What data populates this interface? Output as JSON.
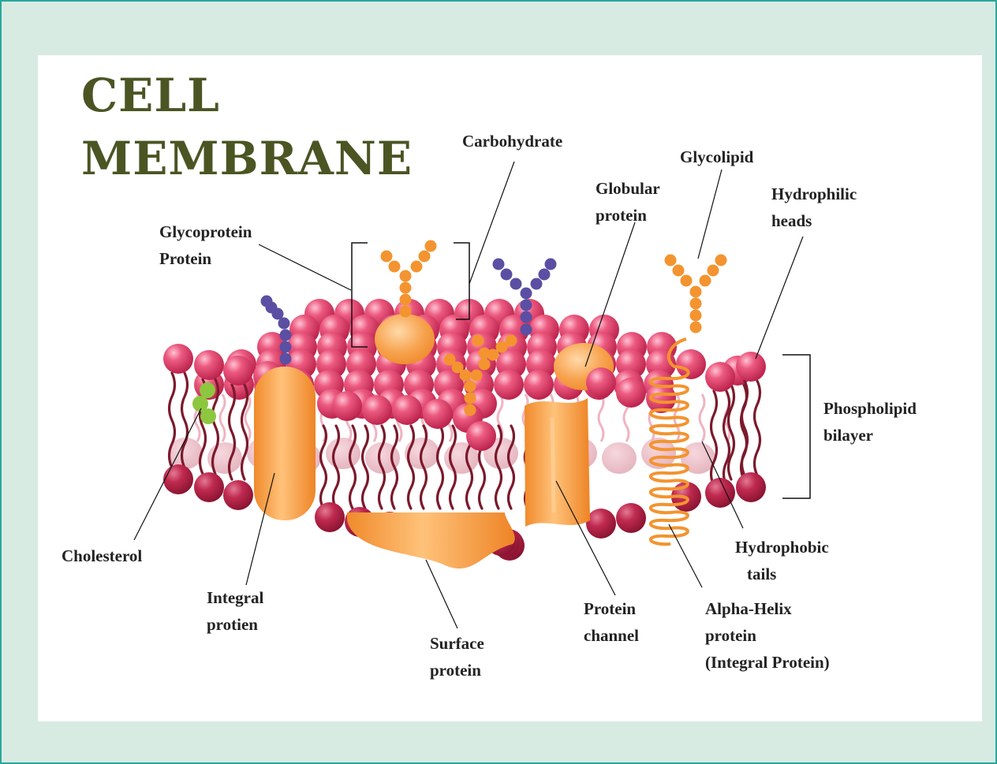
{
  "title": {
    "line1": "CELL",
    "line2": "MEMBRANE"
  },
  "labels": {
    "carbohydrate": "Carbohydrate",
    "glycolipid": "Glycolipid",
    "globular_1": "Globular",
    "globular_2": "protein",
    "hydrophilic_1": "Hydrophilic",
    "hydrophilic_2": "heads",
    "glycoprotein_1": "Glycoprotein",
    "glycoprotein_2": "Protein",
    "phospholipid_1": "Phospholipid",
    "phospholipid_2": "bilayer",
    "cholesterol": "Cholesterol",
    "hydrophobic_1": "Hydrophobic",
    "hydrophobic_2": "tails",
    "integral_1": "Integral",
    "integral_2": "protien",
    "channel_1": "Protein",
    "channel_2": "channel",
    "alpha_1": "Alpha-Helix",
    "alpha_2": "protein",
    "alpha_3": "(Integral Protein)",
    "surface_1": "Surface",
    "surface_2": "protein"
  },
  "colors": {
    "background": "#d7ebe3",
    "border": "#2aa79b",
    "title": "#4a5523",
    "head": "#e2426b",
    "head_dark": "#b91d45",
    "tail": "#7b1a2c",
    "protein": "#f49a3a",
    "carb_orange": "#f39430",
    "carb_purple": "#5a4fa3",
    "cholesterol": "#8dc63f"
  }
}
